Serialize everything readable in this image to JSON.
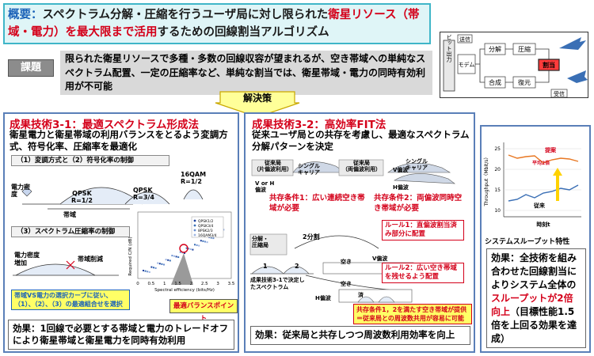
{
  "summary": {
    "label": "概要：",
    "text_part1": "スペクトラム分解・圧縮を行うユーザ局に対し限られた",
    "highlight1": "衛星リソース（帯域・電力）を最大限まで活用",
    "text_part2": "するための回線割当アルゴリズム"
  },
  "issue": {
    "tag": "課題",
    "text": "限られた衛星リソースで多種・多数の回線収容が望まれるが、空き帯域への単純なスペクトラム配置、一定の圧縮率など、単純な割当では、衛星帯域・電力の同時有効利用が不可能"
  },
  "system_diagram": {
    "labels": {
      "send": "送信",
      "bits_out": "ビット出力",
      "modem": "モデム",
      "split": "分解",
      "compress": "圧縮",
      "allocate": "割当",
      "combine": "合成",
      "restore": "復元",
      "receive": "受信"
    }
  },
  "solution": {
    "label": "解決策"
  },
  "panel1": {
    "title": "成果技術3-1：最適スペクトラム形成法",
    "desc": "衛星電力と衛星帯域の利用バランスをとるよう変調方式、符号化率、圧縮率を最適化",
    "section1": "（1）変調方式と（2）符号化率の制御",
    "power_density": "電力密度",
    "bandwidth": "帯域",
    "qpsk_half": "QPSK\nR=1/2",
    "qpsk_34": "QPSK\nR=3/4",
    "qam16": "16QAM\nR=1/2",
    "section3": "（3）スペクトラム圧縮率の制御",
    "power_increase": "電力密度増加",
    "bw_reduction": "帯域削減",
    "y_axis": "Required C/N (dB)",
    "x_axis": "Spectral efficiency (bits/Hz)",
    "x_ticks": [
      "0",
      "0.5",
      "1",
      "1.5",
      "2",
      "2.5",
      "3",
      "3.5"
    ],
    "legend": [
      "QPSK1/2",
      "QPSK3/4",
      "8PSK2/3",
      "16QAM3/4"
    ],
    "note": "帯域VS電力の選択カーブに従い、（1）、（2）、（3）の最適組合せを選択",
    "best_point": "最適バランスポイント",
    "effect": "効果：1回線で必要とする帯域と電力のトレードオフにより衛星帯域と衛星電力を同時有効利用"
  },
  "panel2": {
    "title": "成果技術3-2：高効率FIT法",
    "desc": "従来ユーザ局との共存を考慮し、最適なスペクトラム分解パターンを決定",
    "legacy_single": "従来局\n（片偏波利用）",
    "legacy_dual": "従来局\n（両偏波利用）",
    "single_carrier1": "シングル\nキャリア",
    "single_carrier2": "シングル\nキャリア",
    "v_or_h": "V or H\n偏波",
    "v_pol": "V偏波",
    "h_pol": "H偏波",
    "cond1": "共存条件1：広い連続空き帯域が必要",
    "cond2": "共存条件2：両偏波同時空き帯域が必要",
    "rule1": "ルール1：直偏波割当済み部分に配置",
    "split_compress": "分解・\n圧縮局",
    "split2": "2分割",
    "empty": "空き",
    "rule2": "ルール2：広い空き帯域を残せるよう配置",
    "spectrum_label": "成果技術3-1で決定したスペクトラム",
    "seg1": "1",
    "seg2": "2",
    "seg_used": "済",
    "cond_note": "共存条件1，2を満たす空き帯域が提供＝従来局との周波数共用が容易に可能",
    "effect": "効果：従来局と共存しつつ周波数利用効率を向上"
  },
  "panel3": {
    "y_axis": "Throughput（Mbit/s）",
    "y_ticks": [
      "10",
      "15",
      "20",
      "25"
    ],
    "x_axis": "時刻t",
    "proposed": "提案",
    "conventional": "従来",
    "avg2x": "平均2倍",
    "chart_title": "システムスループット特性",
    "effect_a": "効果：全技術を組み合わせた回線割当によりシステム全体の",
    "effect_b": "スループットが2倍向上",
    "effect_c": "（目標性能1.5倍を上回る効果を達成）"
  }
}
